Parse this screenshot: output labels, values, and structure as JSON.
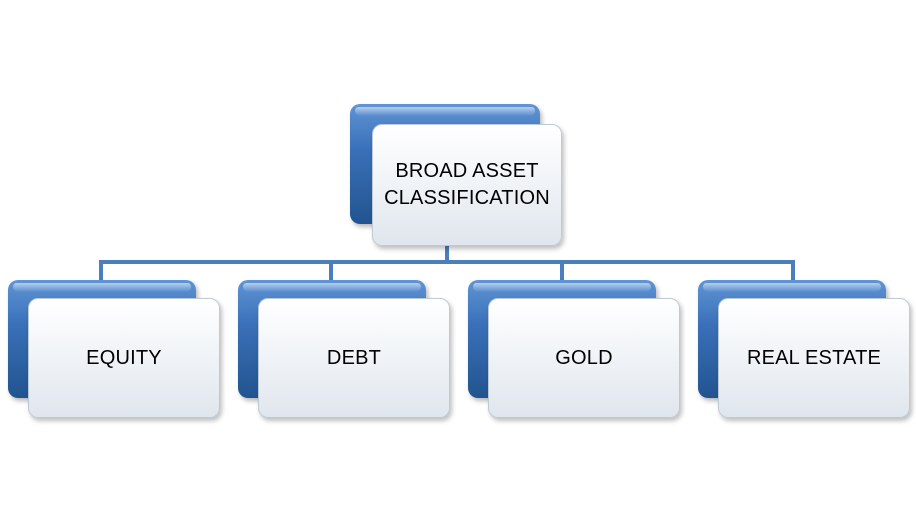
{
  "diagram": {
    "type": "hierarchy",
    "root": {
      "line1": "BROAD ASSET",
      "line2": "CLASSIFICATION"
    },
    "children": [
      {
        "label": "EQUITY"
      },
      {
        "label": "DEBT"
      },
      {
        "label": "GOLD"
      },
      {
        "label": "REAL ESTATE"
      }
    ],
    "colors": {
      "accent_blue": "#3a70b8",
      "connector": "#4a7ebf",
      "card_fill": "#eef2f6",
      "text": "#000000"
    }
  }
}
